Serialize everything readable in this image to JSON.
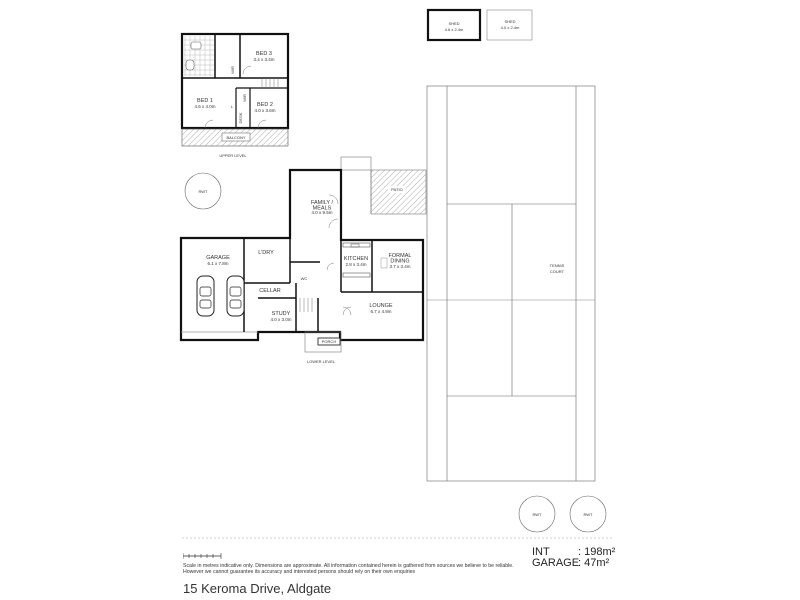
{
  "upper": {
    "level_label": "UPPER LEVEL",
    "bed3": {
      "name": "BED 3",
      "dim": "3.4 x 3.4m"
    },
    "bed1": {
      "name": "BED 1",
      "dim": "4.6 x 4.0m"
    },
    "bed2": {
      "name": "BED 2",
      "dim": "4.0 x 3.6m"
    },
    "wir1": "WIR",
    "wir2": "WIR",
    "desk": "DESK",
    "linen": "L",
    "balcony": "BALCONY"
  },
  "lower": {
    "level_label": "LOWER LEVEL",
    "family": {
      "name": "FAMILY / MEALS",
      "dim": "4.0 x 9.5m"
    },
    "kitchen": {
      "name": "KITCHEN",
      "dim": "2.8 x 3.4m"
    },
    "dining": {
      "name": "FORMAL DINING",
      "dim": "3.7 x 3.4m"
    },
    "lounge": {
      "name": "LOUNGE",
      "dim": "6.7 x 4.9m"
    },
    "garage": {
      "name": "GARAGE",
      "dim": "6.1 x 7.8m"
    },
    "ldry": "L'DRY",
    "cellar": "CELLAR",
    "study": {
      "name": "STUDY",
      "dim": "4.0 x 3.0m"
    },
    "porch": "PORCH",
    "patio": "PATIO",
    "wc": "WC"
  },
  "sheds": [
    {
      "name": "SHED",
      "dim": "4.6 x 2.4m"
    },
    {
      "name": "SHED",
      "dim": "4.0 x 2.4m"
    }
  ],
  "tennis": "TENNIS COURT",
  "rwt": [
    "RWT",
    "RWT",
    "RWT"
  ],
  "areas": [
    {
      "label": "INT",
      "value": ": 198m²"
    },
    {
      "label": "GARAGE",
      "value": ": 47m²"
    }
  ],
  "disclaimer": "Scale in metres indicative only. Dimensions are approximate. All information contained herein is gathered from sources we believe to be reliable. However we cannot guarantee its accuracy and interested persons should rely on their own enquiries",
  "address": "15 Keroma Drive, Aldgate"
}
